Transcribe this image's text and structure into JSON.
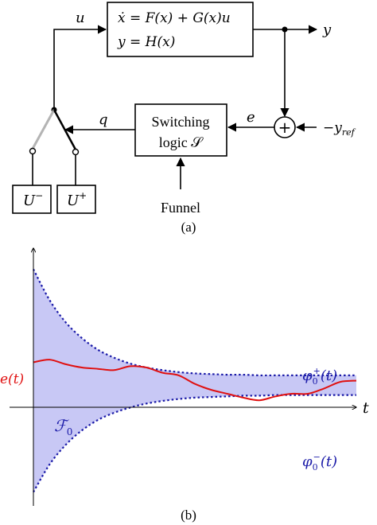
{
  "colors": {
    "line": "#000000",
    "funnel_fill": "#c8c8f5",
    "funnel_boundary": "#1a1aa8",
    "error_curve": "#e01010",
    "math_blue": "#1a1aa8",
    "switch_gray": "#b4b4b4"
  },
  "diagram_a": {
    "plant": {
      "line1": "ẋ = F(x) + G(x)u",
      "line2": "y = H(x)"
    },
    "switch_logic": {
      "line1": "Switching",
      "line2": "logic 𝒮"
    },
    "funnel_input": "Funnel",
    "signals": {
      "u": "u",
      "y": "y",
      "q": "q",
      "e": "e",
      "y_ref": "−y",
      "y_ref_sub": "ref"
    },
    "sum_symbol": "+",
    "controllers": {
      "minus": {
        "base": "U",
        "sup": "−"
      },
      "plus": {
        "base": "U",
        "sup": "+"
      }
    },
    "caption": "(a)"
  },
  "plot_b": {
    "caption": "(b)",
    "t_label": "t",
    "e_label": "e(t)",
    "funnel_label": {
      "base": "ℱ",
      "sub": "0"
    },
    "upper_label": {
      "base": "φ",
      "sub": "0",
      "sup": "+",
      "arg": "(t)"
    },
    "lower_label": {
      "base": "φ",
      "sub": "0",
      "sup": "−",
      "arg": "(t)"
    }
  },
  "chart_data": {
    "type": "line",
    "title": "",
    "xlabel": "t",
    "ylabel": "",
    "grid": false,
    "xlim": [
      0,
      10
    ],
    "ylim": [
      -1.8,
      2.0
    ],
    "x": [
      0,
      0.5,
      1,
      1.5,
      2,
      2.5,
      3,
      3.5,
      4,
      4.5,
      5,
      5.5,
      6,
      6.5,
      7,
      7.5,
      8,
      8.5,
      9,
      9.5,
      10
    ],
    "series": [
      {
        "name": "φ₀⁺(t)",
        "values": [
          1.8,
          1.33,
          0.99,
          0.75,
          0.57,
          0.45,
          0.36,
          0.3,
          0.26,
          0.23,
          0.21,
          0.2,
          0.19,
          0.19,
          0.18,
          0.18,
          0.18,
          0.18,
          0.18,
          0.18,
          0.18
        ]
      },
      {
        "name": "φ₀⁻(t)",
        "values": [
          -1.6,
          -1.18,
          -0.88,
          -0.66,
          -0.5,
          -0.39,
          -0.31,
          -0.25,
          -0.21,
          -0.18,
          -0.16,
          -0.15,
          -0.14,
          -0.13,
          -0.13,
          -0.12,
          -0.12,
          -0.12,
          -0.12,
          -0.12,
          -0.12
        ]
      },
      {
        "name": "e(t)",
        "values": [
          0.38,
          0.42,
          0.35,
          0.3,
          0.28,
          0.26,
          0.32,
          0.3,
          0.22,
          0.18,
          0.05,
          -0.04,
          -0.1,
          -0.16,
          -0.2,
          -0.14,
          -0.1,
          -0.1,
          -0.02,
          0.08,
          0.1
        ]
      }
    ],
    "fill_between": [
      "φ₀⁺(t)",
      "φ₀⁻(t)"
    ],
    "fill_label": "ℱ₀"
  }
}
